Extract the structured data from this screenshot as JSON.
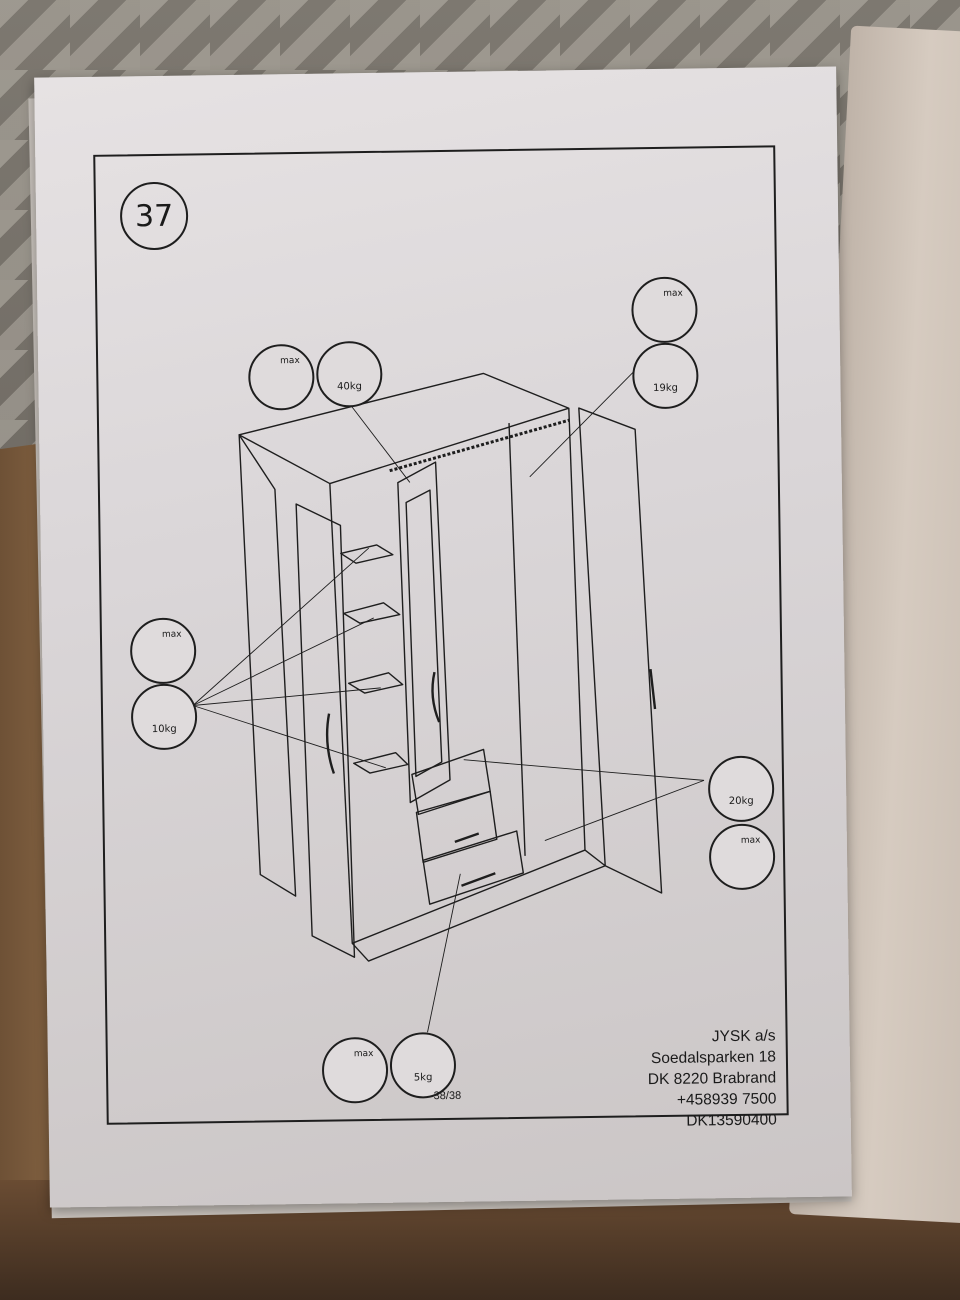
{
  "step": {
    "number": "37"
  },
  "badges": {
    "top": {
      "weight": "40kg",
      "max": "max"
    },
    "top_right": {
      "weight": "19kg",
      "max": "max"
    },
    "shelves": {
      "weight": "10kg",
      "max": "max"
    },
    "bottom_right": {
      "weight": "20kg",
      "max": "max"
    },
    "drawer": {
      "weight": "5kg",
      "max": "max"
    }
  },
  "address": {
    "company": "JYSK a/s",
    "street": "Soedalsparken 18",
    "city": "DK 8220 Brabrand",
    "phone": "+458939 7500",
    "code": "DK13590400"
  },
  "page_number": "38/38",
  "icons": [
    "max-load-icon",
    "weight-icon",
    "wardrobe-drawing"
  ]
}
